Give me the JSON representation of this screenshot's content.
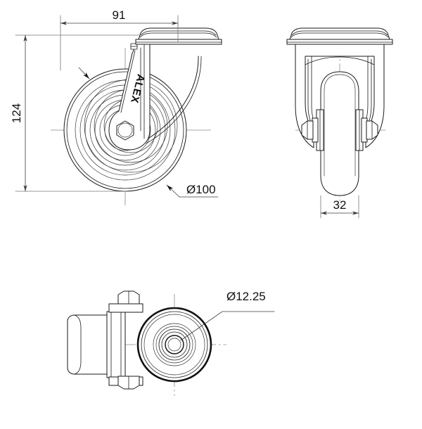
{
  "document": {
    "type": "engineering-drawing",
    "subject": "swivel caster with threaded stem",
    "background_color": "#ffffff",
    "line_color": "#1a1a1a",
    "units": "mm"
  },
  "views": {
    "front": {
      "name": "front-elevation-view",
      "brand_text": "ALEX",
      "dimensions": {
        "height": {
          "label": "124",
          "name": "overall-height-dimension",
          "orientation": "vertical"
        },
        "offset": {
          "label": "91",
          "name": "swivel-offset-dimension",
          "orientation": "horizontal"
        },
        "wheel_diameter": {
          "label": "Ø100",
          "name": "wheel-diameter-dimension",
          "orientation": "leader"
        }
      }
    },
    "side": {
      "name": "side-elevation-view",
      "dimensions": {
        "width": {
          "label": "32",
          "name": "wheel-width-dimension",
          "orientation": "horizontal"
        }
      }
    },
    "bottom": {
      "name": "plan-view",
      "dimensions": {
        "bore": {
          "label": "Ø12.25",
          "name": "bore-diameter-dimension",
          "orientation": "leader"
        }
      }
    }
  },
  "labels": {
    "dim_124": "124",
    "dim_91": "91",
    "dim_d100": "Ø100",
    "dim_32": "32",
    "dim_d1225": "Ø12.25",
    "brand": "ALEX"
  }
}
